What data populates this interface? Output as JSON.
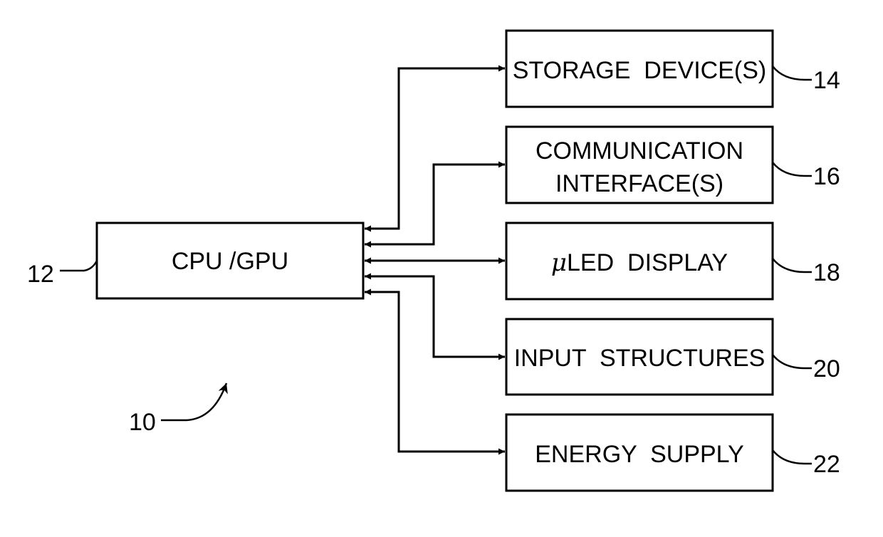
{
  "diagram": {
    "cpu": {
      "label": "CPU /GPU",
      "ref": "12"
    },
    "blocks": [
      {
        "lines": [
          "STORAGE  DEVICE(S)"
        ],
        "ref": "14"
      },
      {
        "lines": [
          "COMMUNICATION",
          "INTERFACE(S)"
        ],
        "ref": "16"
      },
      {
        "mu": "μ",
        "lines": [
          "LED  DISPLAY"
        ],
        "ref": "18"
      },
      {
        "lines": [
          "INPUT  STRUCTURES"
        ],
        "ref": "20"
      },
      {
        "lines": [
          "ENERGY  SUPPLY"
        ],
        "ref": "22"
      }
    ],
    "system_ref": "10"
  }
}
